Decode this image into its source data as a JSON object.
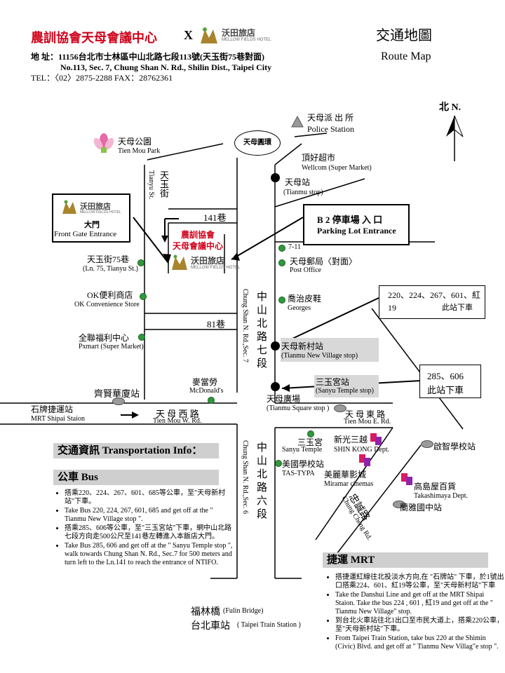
{
  "header": {
    "org_name": "農訓協會天母會議中心",
    "x_mark": "X",
    "hotel_name_zh": "沃田旅店",
    "hotel_name_en": "MELLOW FIELDS HOTEL",
    "title_zh": "交通地圖",
    "title_en": "Route Map",
    "address_zh": "地 址：11156台北市士林區中山北路七段113號(天玉街75巷對面)",
    "address_en": "No.113, Sec. 7, Chung Shan N. Rd., Shilin Dist., Taipei City",
    "contact": "TEL：〈02〉2875-2288 FAX：28762361"
  },
  "compass": {
    "label": "北 N."
  },
  "map": {
    "police_zh": "天母派 出 所",
    "police_en": "Police Station",
    "tienmu_park_zh": "天母公園",
    "tienmu_park_en": "Tien Mou Park",
    "roundabout": "天母圓環",
    "wellcome_zh": "頂好超市",
    "wellcome_en": "Wellcom (Super Market)",
    "tianmu_stop_zh": "天母站",
    "tianmu_stop_en": "(Tianmu stop)",
    "tianyu_st_zh": "天玉街",
    "tianyu_st_en": "Tianyu St.",
    "hotel_logo_name": "沃田旅店",
    "hotel_logo_en": "MELLOW FIELDS HOTEL",
    "front_gate_zh": "大門",
    "front_gate_en": "Front Gate Entrance",
    "lane141": "141巷",
    "parking_zh": "B 2 停車場 入 口",
    "parking_en": "Parking Lot Entrance",
    "center_line1": "農訓協會",
    "center_line2": "天母會議中心",
    "seven_eleven": "7-11",
    "post_zh": "天母郵局〈對面〉",
    "post_en": "Post Office",
    "ln75_zh": "天玉街75巷",
    "ln75_en": "(Ln. 75, Tianyu St.)",
    "ok_zh": "OK便利商店",
    "ok_en": "OK Convenience Store",
    "georges_zh": "喬治皮鞋",
    "georges_en": "Georges",
    "bus_box1": "220、224、267、601、紅19",
    "bus_box1_suffix": "此站下車",
    "lane81": "81巷",
    "pxmart_zh": "全聯福利中心",
    "pxmart_en": "Pxmart (Super Market)",
    "new_village_zh": "天母新村站",
    "new_village_en": "(Tianmu New Village stop)",
    "sanyu_temple_stop_zh": "三玉宮站",
    "sanyu_temple_stop_en": "(Sanyu Temple stop)",
    "bus_box2": "285、606",
    "bus_box2_suffix": "此站下車",
    "chungshan7_zh": "中山北路七段",
    "chungshan7_en": "Chung Shan N. Rd.,Sec. 7",
    "mcd_zh": "麥當勞",
    "mcd_en": "McDonald's",
    "qilu_zh": "齊賢華廈站",
    "tianmu_square_zh": "天母廣場",
    "tianmu_square_en": "(Tianmu  Square stop )",
    "shipai_zh": "石牌捷運站",
    "shipai_en": "MRT Shipai Staion",
    "tienmu_w_zh": "天 母 西 路",
    "tienmu_w_en": "Tien  Mou W. Rd.",
    "tienmu_e_zh": "天 母 東 路",
    "tienmu_e_en": "Tien  Mou E. Rd.",
    "sanyu_temple_zh": "三玉宮",
    "sanyu_temple_en": "Sanyu Temple",
    "shinkong_zh": "新光三越",
    "shinkong_en": "SHIN KONG Dept.",
    "kang_school": "啟智學校站",
    "tas_zh": "美國學校站",
    "tas_en": "TAS-TYPA",
    "miramar_zh": "美麗華影城",
    "miramar_en": "Miramar cinemas",
    "takashimaya_zh": "高島屋百貨",
    "takashimaya_en": "Takashimaya Dept.",
    "lanya_zh": "蘭雅國中站",
    "chungshan6_zh": "中山北路六段",
    "chungshan6_en": "Chung Shan N. Rd.,Sec. 6",
    "chung_cheng_zh": "忠誠路",
    "chung_cheng_en": "Chung Cheng Rd.",
    "fulin_zh": "福林橋",
    "fulin_en": "(Fulin Bridge)",
    "taipei_main_zh": "台北車站",
    "taipei_main_en": "( Taipei Train Station )"
  },
  "transport": {
    "heading": "交通資訊 Transportation Info：",
    "bus_heading": "公車 Bus",
    "bus_items": [
      "搭乘220、224、267、601、685等公車，至\"天母新村站\"下車。",
      "Take Bus 220, 224, 267, 601, 685 and get off at the \" Tianmu New Village stop \".",
      "搭乘285、606等公車，至\"三玉宮站\"下車，網中山北路七段方向走500公尺至141巷左轉進入本飯店大門。",
      "Take Bus 285, 606 and get off at the \" Sanyu Temple stop \", walk towards Chung Shan N. Rd., Sec.7 for 500 meters and turn left to the Ln.141 to reach the entrance of NTIFO."
    ],
    "mrt_heading": "捷運 MRT",
    "mrt_items": [
      "搭捷運紅線往北投淡水方向,在 \"石牌站\" 下車，於1號出口搭乘224、601、紅19等公車，至\"天母新村站\"下車",
      "Take the Danshui Line and get off at the MRT Shipai Staion. Take the bus 224 , 601 , 紅19 and get off at the \" Tianmu New Village\" stop.",
      "到台北火車站往北1出口至市民大道上，搭乘220公車，至\"天母新村站\"下車。",
      "From Taipei Train Station, take bus 220 at the Shimin (Civic) Blvd. and get off at \" Tianmu New Villag\"e stop \"."
    ]
  }
}
